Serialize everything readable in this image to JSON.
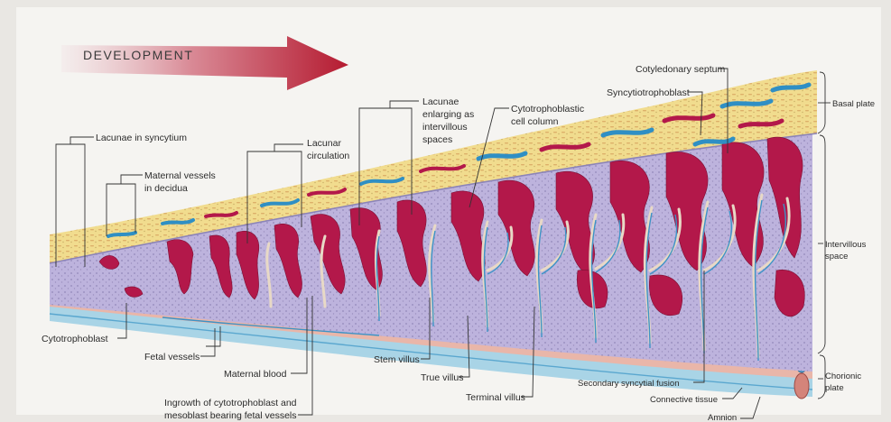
{
  "heading": "DEVELOPMENT",
  "labels": {
    "lacunae_syncytium": "Lacunae in syncytium",
    "maternal_vessels_1": "Maternal vessels",
    "maternal_vessels_2": "in decidua",
    "lacunar_1": "Lacunar",
    "lacunar_2": "circulation",
    "lacunae_enlarging_1": "Lacunae",
    "lacunae_enlarging_2": "enlarging as",
    "lacunae_enlarging_3": "intervillous",
    "lacunae_enlarging_4": "spaces",
    "cyto_column_1": "Cytotrophoblastic",
    "cyto_column_2": "cell column",
    "cotyledonary_septum": "Cotyledonary septum",
    "syncytiotrophoblast": "Syncytiotrophoblast",
    "basal_plate": "Basal plate",
    "intervillous_1": "Intervillous",
    "intervillous_2": "space",
    "chorionic_1": "Chorionic",
    "chorionic_2": "plate",
    "cytotrophoblast": "Cytotrophoblast",
    "fetal_vessels": "Fetal vessels",
    "maternal_blood": "Maternal blood",
    "ingrowth_1": "Ingrowth of cytotrophoblast and",
    "ingrowth_2": "mesoblast bearing fetal vessels",
    "stem_villus": "Stem villus",
    "true_villus": "True villus",
    "terminal_villus": "Terminal villus",
    "secondary_fusion": "Secondary syncytial fusion",
    "connective_tissue": "Connective tissue",
    "amnion": "Amnion"
  },
  "colors": {
    "decidua": "#f1dc8e",
    "trophoblast": "#bdb3dd",
    "maternal_blood": "#b3184a",
    "maternal_vessel": "#2f8fc4",
    "chorion_pink": "#e9b6a9",
    "chorion_blue": "#a9d4e6",
    "arrow": "#b51b31"
  }
}
